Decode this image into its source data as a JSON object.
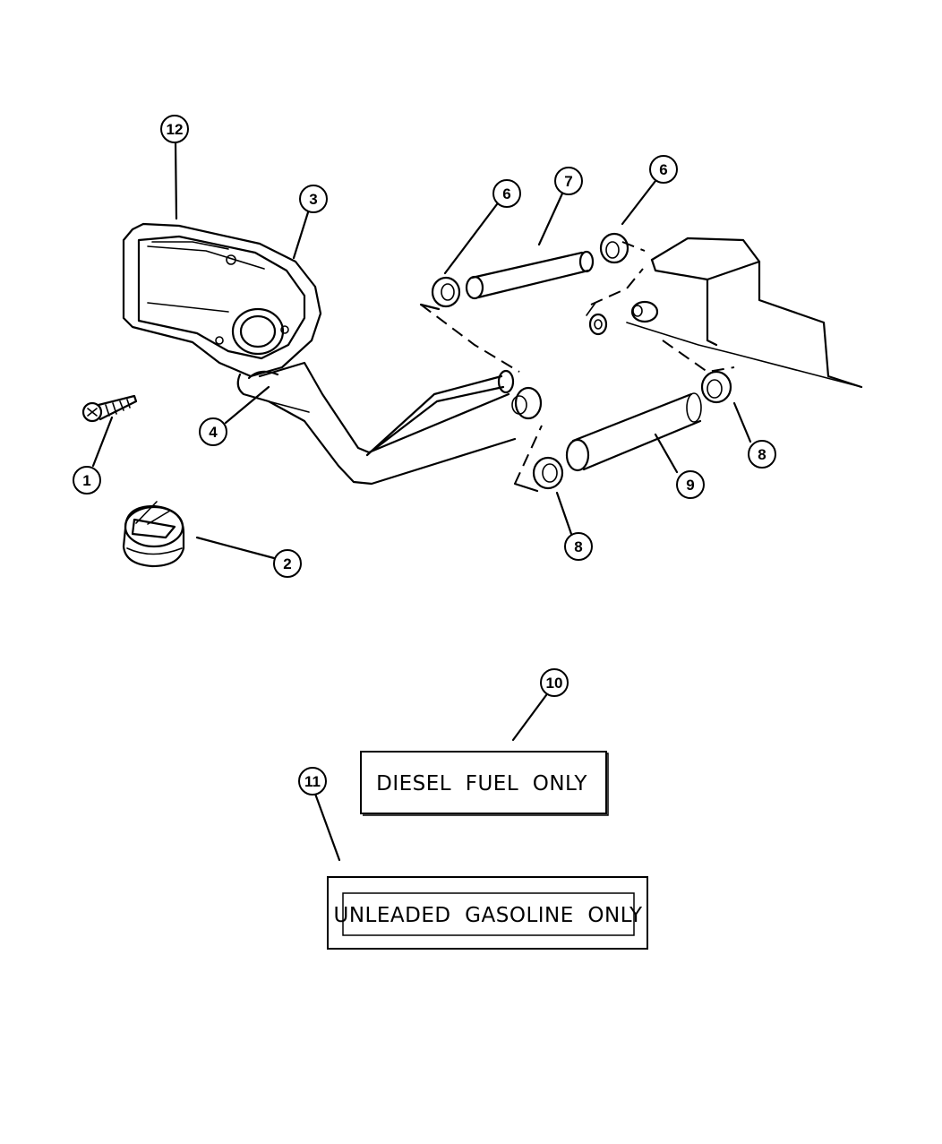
{
  "callouts": {
    "c1": "1",
    "c2": "2",
    "c3": "3",
    "c4": "4",
    "c6a": "6",
    "c6b": "6",
    "c7": "7",
    "c8a": "8",
    "c8b": "8",
    "c9": "9",
    "c10": "10",
    "c11": "11",
    "c12": "12"
  },
  "labels": {
    "diesel": "DIESEL  FUEL  ONLY",
    "unleaded": "UNLEADED  GASOLINE  ONLY"
  }
}
